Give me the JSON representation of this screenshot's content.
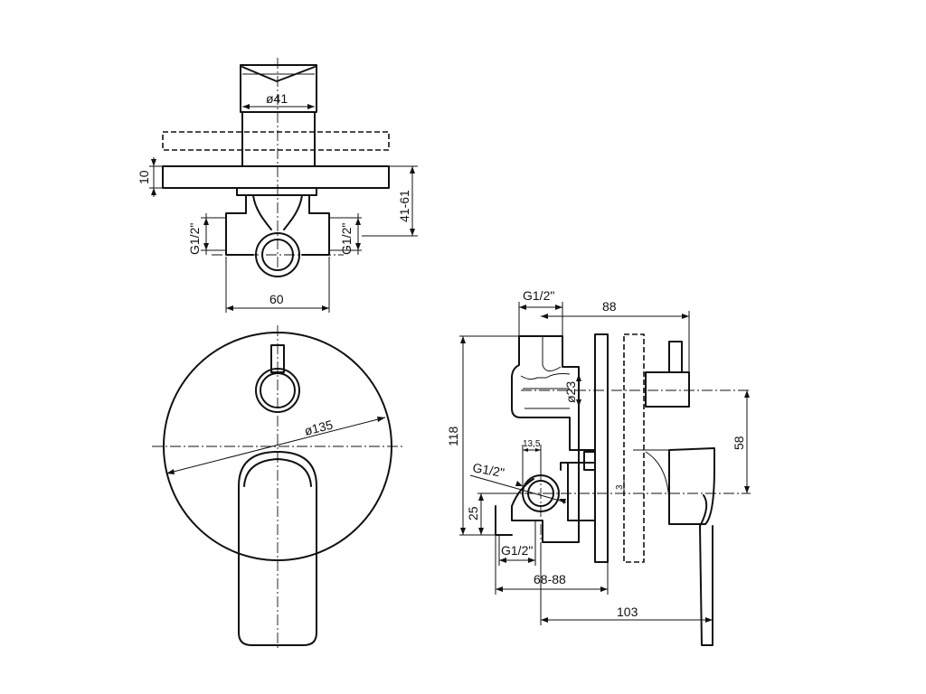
{
  "top_view": {
    "dim_diameter_41": "ø41",
    "dim_10": "10",
    "dim_41_61": "41-61",
    "dim_g12_left": "G1/2\"",
    "dim_g12_right": "G1/2\"",
    "dim_60": "60"
  },
  "front_view": {
    "dim_diameter_135": "ø135"
  },
  "side_view": {
    "dim_g12_top": "G1/2\"",
    "dim_88": "88",
    "dim_118": "118",
    "dim_diameter_23": "ø23",
    "dim_58": "58",
    "dim_13_5": "13,5",
    "dim_g12_outlet": "G1/2\"",
    "dim_3": "3",
    "dim_25": "25",
    "dim_g12_bottom": "G1/2\"",
    "dim_68_88": "68-88",
    "dim_103": "103"
  }
}
